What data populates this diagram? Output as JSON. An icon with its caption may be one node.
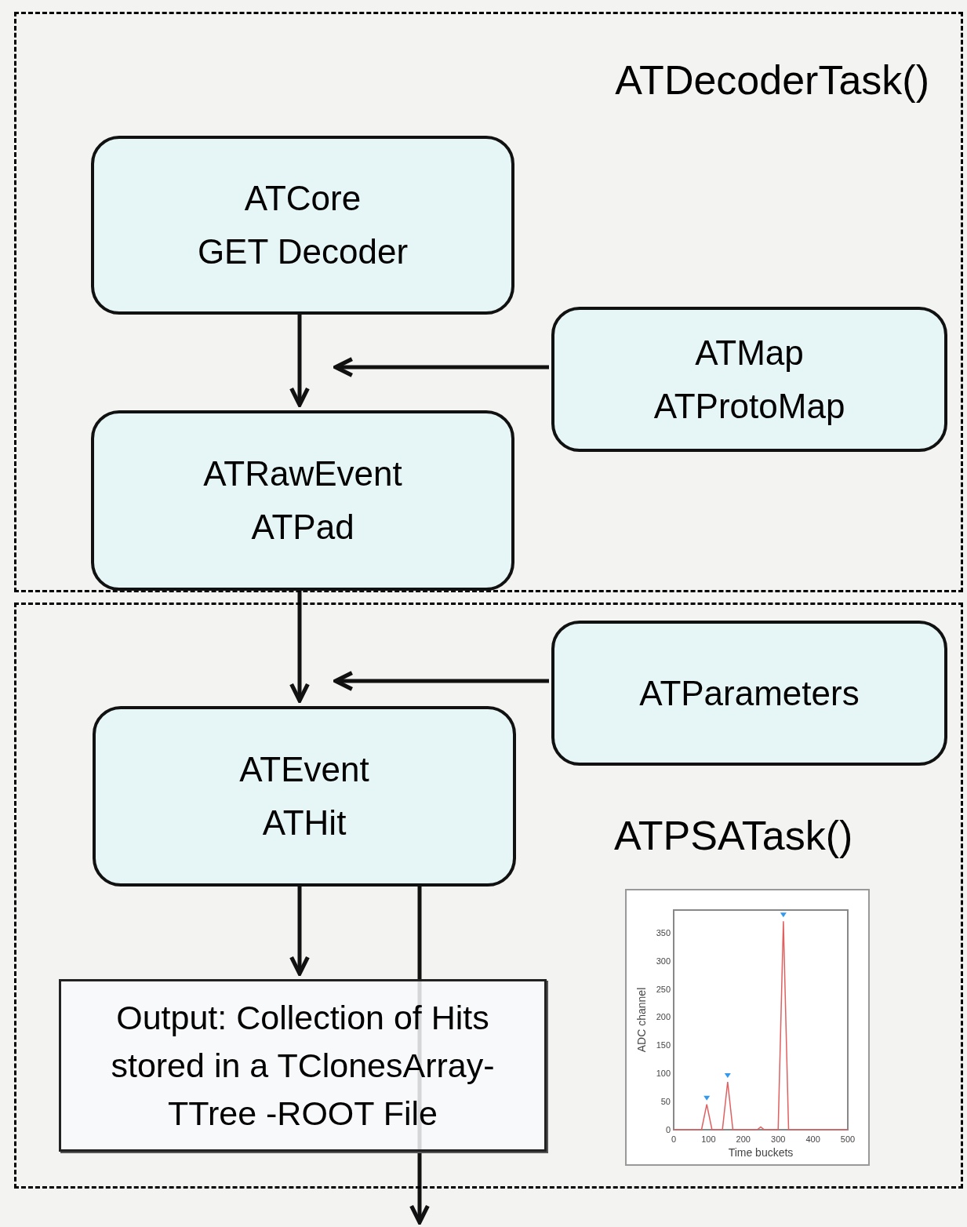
{
  "diagram": {
    "nodes": [
      {
        "text": [
          "ATDecoderTask()"
        ]
      },
      {
        "text": [
          "ATCore",
          "GET Decoder"
        ],
        "in": 0
      },
      {
        "text": [
          "ATMap",
          "ATProtoMap"
        ],
        "in": 0
      },
      {
        "text": [
          "ATRawEvent",
          "ATPad"
        ],
        "in": 0
      },
      {
        "text": [
          "ATPSATask()"
        ]
      },
      {
        "text": [
          "ATParameters"
        ],
        "in": 4
      },
      {
        "text": [
          "ATEvent",
          "ATHit"
        ],
        "in": 4
      },
      {
        "text": [
          "Output: Collection of Hits stored in a TClonesArray- TTree -ROOT File"
        ],
        "in": 4
      }
    ],
    "edges": [
      {
        "from": 1,
        "to": 3,
        "arrow": "to"
      },
      {
        "from": 2,
        "to": 3,
        "arrow": "to"
      },
      {
        "from": 3,
        "to": 6,
        "arrow": "to"
      },
      {
        "from": 5,
        "to": 6,
        "arrow": "to"
      },
      {
        "from": 6,
        "to": 7,
        "arrow": "to"
      },
      {
        "from": 6,
        "to": null,
        "arrow": "to"
      }
    ],
    "chart_data": {
      "type": "line",
      "xlabel": "Time buckets",
      "ylabel": "ADC channel",
      "x": [
        0,
        80,
        95,
        110,
        140,
        155,
        170,
        240,
        250,
        260,
        300,
        315,
        330,
        500
      ],
      "series": [
        {
          "color": "#e06060",
          "values": [
            0,
            0,
            45,
            0,
            0,
            85,
            0,
            0,
            5,
            0,
            0,
            370,
            0,
            0
          ]
        }
      ],
      "xlim": [
        0,
        500
      ],
      "ylim": [
        0,
        390
      ],
      "xticks": [
        0,
        100,
        200,
        300,
        400,
        500
      ],
      "yticks": [
        0,
        50,
        100,
        150,
        200,
        250,
        300,
        350
      ]
    }
  }
}
